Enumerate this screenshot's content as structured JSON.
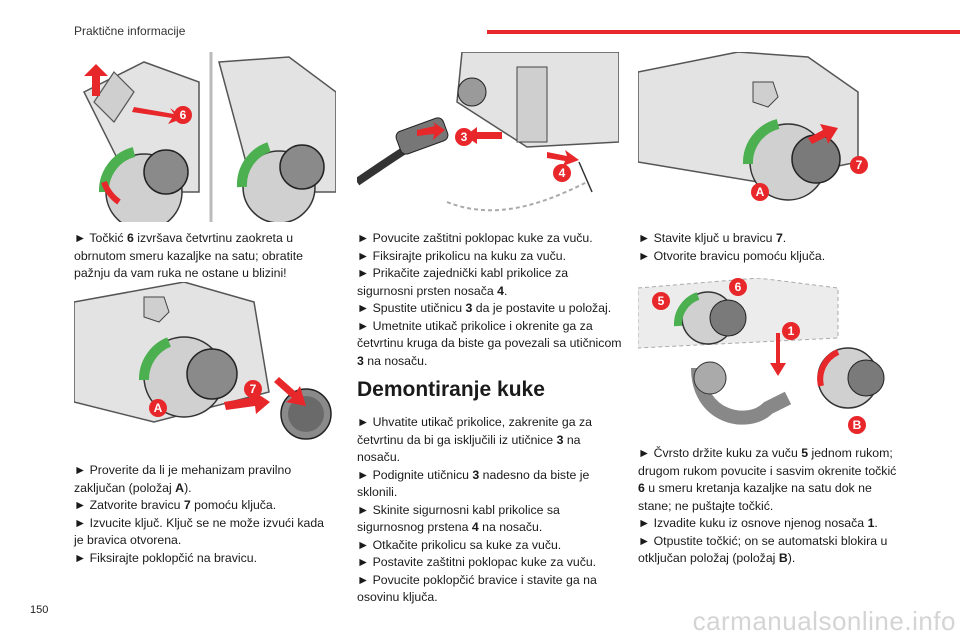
{
  "header": {
    "section_title": "Praktične informacije"
  },
  "page_number": "150",
  "watermark": "carmanualsonline.info",
  "colors": {
    "accent_red": "#e8272b",
    "green_arrow": "#4caf50",
    "grey_metal": "#d9d9d9"
  },
  "figures": {
    "fig1_callouts": [
      "6"
    ],
    "fig2_callouts": [
      "A",
      "7"
    ],
    "fig3_callouts": [
      "3",
      "4"
    ],
    "fig4_callouts": [
      "7",
      "A"
    ],
    "fig5_callouts": [
      "5",
      "6",
      "1",
      "B"
    ]
  },
  "col1": {
    "para1": {
      "l1": "► Točkić ",
      "b1": "6",
      "l2": " izvršava četvrtinu zaokreta u",
      "l3": "obrnutom smeru kazaljke na satu; obratite",
      "l4": "pažnju da vam ruka ne ostane u blizini!"
    },
    "para2": {
      "l1": "► Proverite da li je mehanizam pravilno",
      "l2a": "zaključan (položaj ",
      "b2": "A",
      "l2b": ").",
      "l3a": "► Zatvorite bravicu ",
      "b3": "7",
      "l3b": " pomoću ključa.",
      "l4": "► Izvucite ključ.  Ključ se ne može izvući kada",
      "l5": "je bravica otvorena.",
      "l6": "► Fiksirajte poklopčić na bravicu."
    }
  },
  "col2": {
    "para1": {
      "l1": "► Povucite zaštitni poklopac kuke za vuču.",
      "l2": "► Fiksirajte prikolicu na kuku za vuču.",
      "l3": "► Prikačite zajednički kabl prikolice za",
      "l4a": "sigurnosni prsten nosača ",
      "b4": "4",
      "l4b": ".",
      "l5a": "► Spustite utičnicu ",
      "b5": "3",
      "l5b": " da je postavite u položaj.",
      "l6": "► Umetnite utikač prikolice i okrenite ga za",
      "l7": "četvrtinu kruga da biste ga povezali sa utičnicom",
      "b8": "3",
      "l8b": " na nosaču."
    },
    "heading": "Demontiranje kuke",
    "para2": {
      "l1": "► Uhvatite utikač prikolice, zakrenite ga za",
      "l2": "četvrtinu da bi ga isključili iz utičnice ",
      "b2": "3",
      "l2b": " na",
      "l3": "nosaču.",
      "l4a": "► Podignite utičnicu ",
      "b4": "3",
      "l4b": " nadesno da biste je",
      "l5": "sklonili.",
      "l6": "► Skinite sigurnosni kabl prikolice sa",
      "l7a": "sigurnosnog prstena ",
      "b7": "4",
      "l7b": " na nosaču.",
      "l8": "► Otkačite prikolicu sa kuke za vuču.",
      "l9": "► Postavite zaštitni poklopac kuke za vuču.",
      "l10": "► Povucite poklopčić bravice i stavite ga na",
      "l11": "osovinu ključa."
    }
  },
  "col3": {
    "para1": {
      "l1a": "► Stavite ključ u bravicu ",
      "b1": "7",
      "l1b": ".",
      "l2": "► Otvorite bravicu pomoću ključa."
    },
    "para2": {
      "l1a": "► Čvrsto držite kuku za vuču ",
      "b1": "5",
      "l1b": " jednom rukom;",
      "l2": "drugom rukom povucite i sasvim okrenite točkić",
      "b3": "6",
      "l3b": " u smeru kretanja kazaljke na satu dok ne",
      "l4": "stane; ne puštajte točkić.",
      "l5a": "► Izvadite kuku iz osnove njenog nosača ",
      "b5": "1",
      "l5b": ".",
      "l6": "► Otpustite točkić; on se automatski blokira u",
      "l7a": "otključan položaj (položaj ",
      "b7": "B",
      "l7b": ")."
    }
  }
}
